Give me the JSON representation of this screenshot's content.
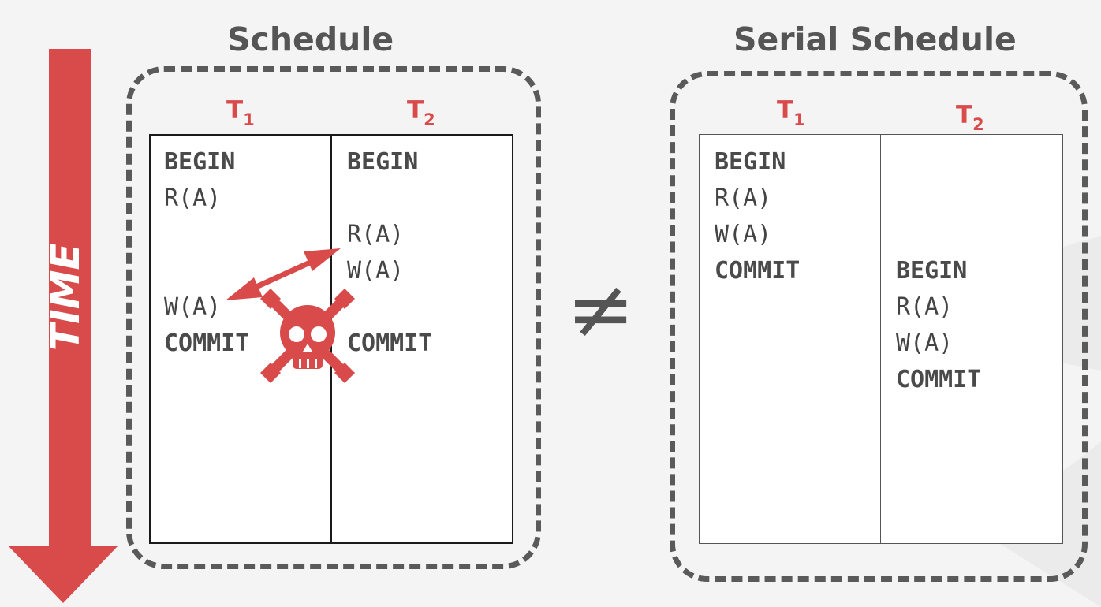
{
  "colors": {
    "accent": "#d94b4b",
    "text": "#4a4a4a",
    "frame": "#5a5a5a",
    "background": "#f4f4f4"
  },
  "time_axis": {
    "label": "TIME"
  },
  "inequality_symbol": "≠",
  "conflict_icon": "skull-crossbones-icon",
  "left_schedule": {
    "title": "Schedule",
    "t1": {
      "label": "T",
      "sub": "1",
      "ops": [
        "BEGIN",
        "R(A)",
        "W(A)",
        "COMMIT"
      ]
    },
    "t2": {
      "label": "T",
      "sub": "2",
      "ops": [
        "BEGIN",
        "R(A)",
        "W(A)",
        "COMMIT"
      ]
    }
  },
  "right_schedule": {
    "title": "Serial Schedule",
    "t1": {
      "label": "T",
      "sub": "1",
      "ops": [
        "BEGIN",
        "R(A)",
        "W(A)",
        "COMMIT"
      ]
    },
    "t2": {
      "label": "T",
      "sub": "2",
      "ops": [
        "BEGIN",
        "R(A)",
        "W(A)",
        "COMMIT"
      ]
    }
  }
}
